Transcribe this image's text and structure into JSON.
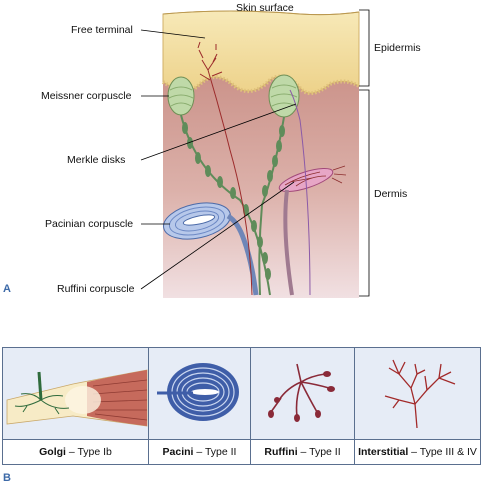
{
  "panel_a": {
    "letter": "A",
    "skin_surface": "Skin surface",
    "layers": {
      "epidermis": "Epidermis",
      "dermis": "Dermis"
    },
    "receptors": {
      "free_terminal": "Free terminal",
      "meissner": "Meissner corpuscle",
      "merkle": "Merkle disks",
      "pacinian": "Pacinian corpuscle",
      "ruffini": "Ruffini corpuscle"
    }
  },
  "panel_b": {
    "letter": "B",
    "items": [
      {
        "name": "Golgi",
        "type": " – Type Ib"
      },
      {
        "name": "Pacini",
        "type": " – Type II"
      },
      {
        "name": "Ruffini",
        "type": " – Type II"
      },
      {
        "name": "Interstitial",
        "type": " – Type III & IV"
      }
    ]
  },
  "colors": {
    "epidermis": "#f3dfa0",
    "dermis": "#d9a49c",
    "nerve_green": "#5f8c5a",
    "nerve_blue": "#6f86b8",
    "nerve_red": "#9c2b2b",
    "panel_bg": "#e6ecf6",
    "label_letter": "#3d6aa8"
  }
}
